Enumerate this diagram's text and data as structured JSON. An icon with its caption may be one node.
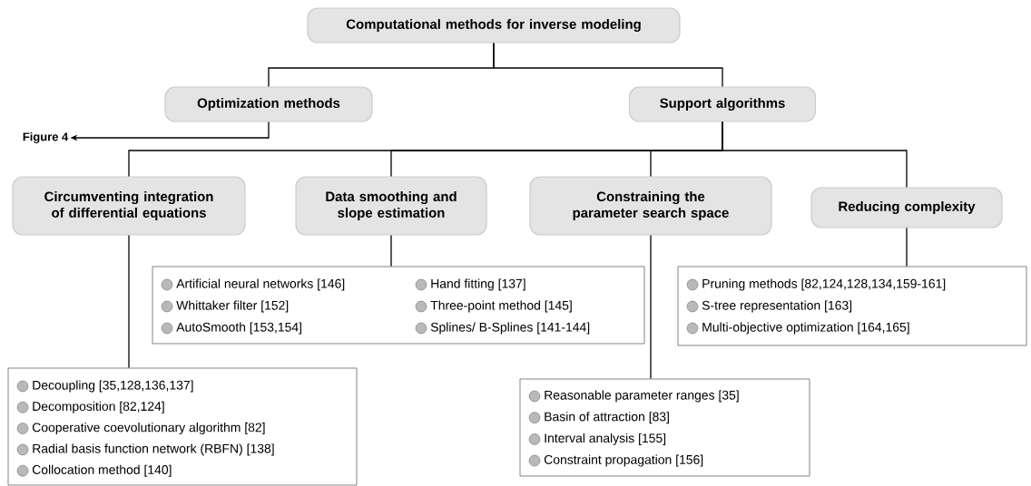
{
  "diagram": {
    "nodes": [
      {
        "text": [
          "Computational methods for inverse modeling"
        ]
      },
      {
        "text": [
          "Optimization methods"
        ]
      },
      {
        "text": [
          "Support algorithms"
        ]
      },
      {
        "text": [
          "Figure 4"
        ]
      },
      {
        "text": [
          "Circumventing integration of differential equations"
        ]
      },
      {
        "text": [
          "Data smoothing and slope estimation"
        ]
      },
      {
        "text": [
          "Constraining the parameter search space"
        ]
      },
      {
        "text": [
          "Reducing complexity"
        ]
      },
      {
        "text": [
          "Artificial neural networks [146]",
          "Whittaker filter [152]",
          "AutoSmooth [153,154]",
          "Hand fitting [137]",
          "Three-point method [145]",
          "Splines/ B-Splines [141-144]"
        ]
      },
      {
        "text": [
          "Pruning methods [82,124,128,134,159-161]",
          "S-tree representation [163]",
          "Multi-objective optimization [164,165]"
        ]
      },
      {
        "text": [
          "Decoupling [35,128,136,137]",
          "Decomposition [82,124]",
          "Cooperative coevolutionary algorithm [82]",
          "Radial basis function network (RBFN) [138]",
          "Collocation method [140]"
        ]
      },
      {
        "text": [
          "Reasonable parameter ranges [35]",
          "Basin of attraction [83]",
          "Interval analysis [155]",
          "Constraint propagation [156]"
        ]
      }
    ],
    "edges": [
      {
        "from": 0,
        "to": 1,
        "arrow": "none"
      },
      {
        "from": 0,
        "to": 2,
        "arrow": "none"
      },
      {
        "from": 1,
        "to": 3,
        "arrow": "to"
      },
      {
        "from": 2,
        "to": 4,
        "arrow": "none"
      },
      {
        "from": 2,
        "to": 5,
        "arrow": "none"
      },
      {
        "from": 2,
        "to": 6,
        "arrow": "none"
      },
      {
        "from": 2,
        "to": 7,
        "arrow": "none"
      },
      {
        "from": 4,
        "to": 10,
        "arrow": "none"
      },
      {
        "from": 5,
        "to": 8,
        "arrow": "none"
      },
      {
        "from": 6,
        "to": 11,
        "arrow": "none"
      },
      {
        "from": 7,
        "to": 9,
        "arrow": "none"
      }
    ]
  }
}
